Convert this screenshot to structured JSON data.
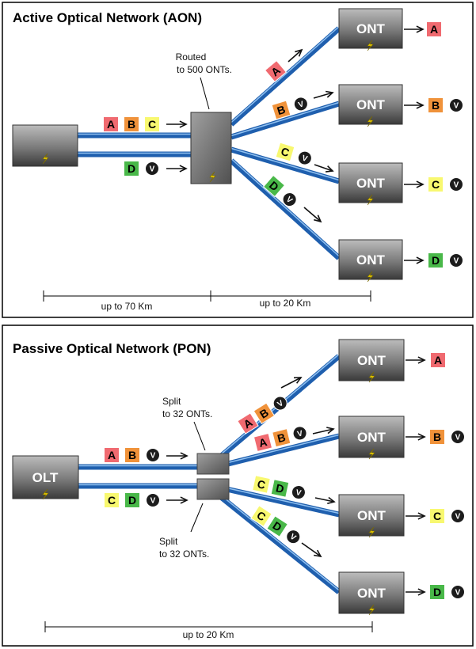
{
  "colors": {
    "A": "#f06a70",
    "B": "#f0923a",
    "C": "#f8f870",
    "D": "#49b849",
    "V": "#1c1c1c",
    "fiber": "#1f5fae",
    "fiber_light": "#8fc0f0",
    "bolt": "#f2d400"
  },
  "icons": {
    "power": "lightning-bolt-icon",
    "arrow": "right-arrow-icon",
    "video": "circled-v-icon"
  },
  "aon": {
    "title": "Active Optical Network (AON)",
    "switch_note": [
      "Routed",
      "to 500 ONTs."
    ],
    "dist_left": "up to 70 Km",
    "dist_right": "up to 20 Km",
    "ont_label": "ONT",
    "feeder_signals": [
      [
        "A",
        "B",
        "C"
      ],
      [
        "D",
        "V"
      ]
    ],
    "outputs": [
      [
        "A"
      ],
      [
        "B",
        "V"
      ],
      [
        "C",
        "V"
      ],
      [
        "D",
        "V"
      ]
    ]
  },
  "pon": {
    "title": "Passive Optical Network (PON)",
    "olt_label": "OLT",
    "ont_label": "ONT",
    "split_note_top": [
      "Split",
      "to 32 ONTs."
    ],
    "split_note_bottom": [
      "Split",
      "to 32 ONTs."
    ],
    "dist": "up to 20 Km",
    "feeder_signals": [
      [
        "A",
        "B",
        "V"
      ],
      [
        "C",
        "D",
        "V"
      ]
    ],
    "branch_signals": [
      [
        "A",
        "B",
        "V"
      ],
      [
        "A",
        "B",
        "V"
      ],
      [
        "C",
        "D",
        "V"
      ],
      [
        "C",
        "D",
        "V"
      ]
    ],
    "outputs": [
      [
        "A"
      ],
      [
        "B",
        "V"
      ],
      [
        "C",
        "V"
      ],
      [
        "D",
        "V"
      ]
    ]
  }
}
